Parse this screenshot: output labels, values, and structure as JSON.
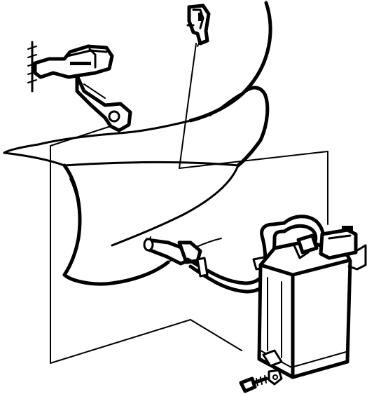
{
  "diagram": {
    "colors": {
      "ink": "#000000",
      "paper": "#ffffff"
    },
    "parts": [
      {
        "name": "body-panel",
        "label": ""
      },
      {
        "name": "wheel-well-liner",
        "label": ""
      },
      {
        "name": "hose-clip",
        "label": ""
      },
      {
        "name": "mounting-bracket",
        "label": ""
      },
      {
        "name": "vapor-hose",
        "label": ""
      },
      {
        "name": "evap-canister",
        "label": ""
      },
      {
        "name": "mounting-bolt",
        "label": ""
      }
    ]
  }
}
